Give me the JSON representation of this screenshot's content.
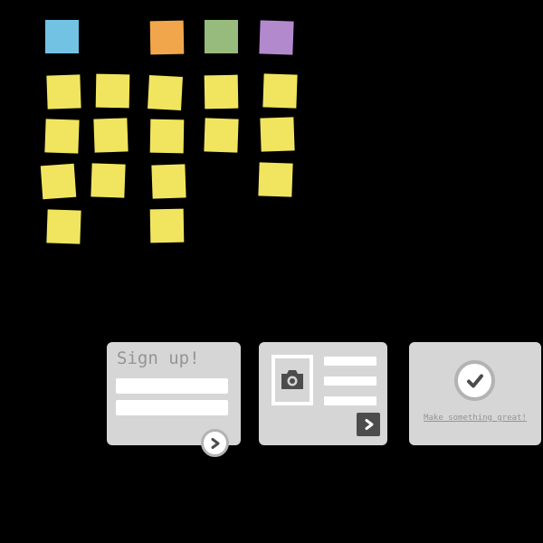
{
  "colors": {
    "bg": "#000000",
    "note-yellow": "#f1e55f",
    "note-blue": "#72c2e4",
    "note-orange": "#f2a64b",
    "note-green": "#97ba7d",
    "note-purple": "#b289cc",
    "card-bg": "#d6d6d6",
    "card-muted": "#949494",
    "icon-dark": "#4c4c4c",
    "ring-gray": "#b3b3b3",
    "white": "#ffffff"
  },
  "board": {
    "note_color": "#f1e55f",
    "columns": [
      {
        "header_color_name": "blue",
        "header_hex": "#72c2e4",
        "yellow_note_count": 4
      },
      {
        "header_color_name": "none",
        "header_hex": null,
        "yellow_note_count": 3
      },
      {
        "header_color_name": "orange",
        "header_hex": "#f2a64b",
        "yellow_note_count": 4
      },
      {
        "header_color_name": "green",
        "header_hex": "#97ba7d",
        "yellow_note_count": 2
      },
      {
        "header_color_name": "purple",
        "header_hex": "#b289cc",
        "yellow_note_count": 3
      }
    ],
    "total_yellow_notes": 16
  },
  "cards": {
    "signup": {
      "title": "Sign up!",
      "fields": [
        {
          "value": "",
          "placeholder": ""
        },
        {
          "value": "",
          "placeholder": ""
        }
      ],
      "next_icon": "chevron-right-icon"
    },
    "media": {
      "thumbnail_icon": "camera-icon",
      "placeholder_line_count": 3,
      "next_icon": "chevron-right-icon"
    },
    "success": {
      "badge_icon": "checkmark-icon",
      "caption": "Make something great!"
    }
  }
}
